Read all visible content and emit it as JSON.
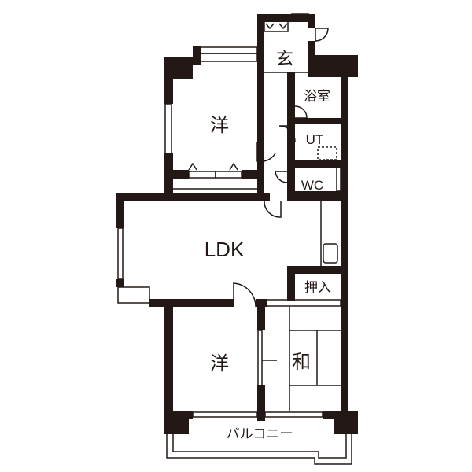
{
  "rooms": {
    "entrance": "玄",
    "bathroom": "浴室",
    "utility": "UT",
    "toilet": "WC",
    "western_room_upper": "洋",
    "ldk": "LDK",
    "closet": "押入",
    "western_room_lower": "洋",
    "japanese_room": "和",
    "balcony": "バルコニー"
  },
  "colors": {
    "wall": "#231815",
    "background": "#ffffff"
  }
}
